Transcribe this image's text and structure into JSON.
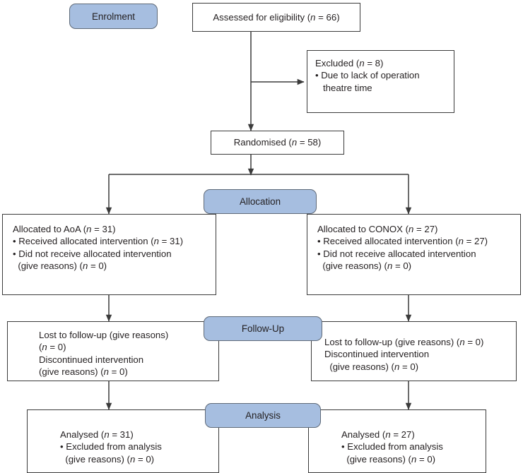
{
  "diagram": {
    "title": "CONSORT participant flow diagram",
    "colors": {
      "badge_fill": "#a6bee0",
      "badge_border": "#5f6a78",
      "box_border": "#3b3b3b",
      "text": "#231f20",
      "arrow": "#3b3b3b",
      "background": "#ffffff"
    }
  },
  "stages": {
    "enrolment": "Enrolment",
    "allocation": "Allocation",
    "followup": "Follow-Up",
    "analysis": "Analysis"
  },
  "boxes": {
    "assessed": {
      "text": "Assessed for eligibility (n = 66)",
      "n": 66
    },
    "excluded": {
      "line1": "Excluded (n = 8)",
      "line2": "• Due to lack of operation",
      "line3": "   theatre time",
      "n": 8
    },
    "randomised": {
      "text": "Randomised (n = 58)",
      "n": 58
    },
    "alloc_left": {
      "line1": "Allocated to AoA (n = 31)",
      "line2": "• Received allocated intervention (n = 31)",
      "line3": "• Did not receive allocated intervention",
      "line4": "  (give reasons) (n = 0)",
      "arm": "AoA",
      "n": 31
    },
    "alloc_right": {
      "line1": "Allocated to CONOX (n = 27)",
      "line2": "• Received allocated intervention (n = 27)",
      "line3": "• Did not receive allocated intervention",
      "line4": "  (give reasons) (n = 0)",
      "arm": "CONOX",
      "n": 27
    },
    "follow_left": {
      "line1": "Lost to follow-up (give reasons)",
      "line2": "(n = 0)",
      "line3": "Discontinued intervention",
      "line4": "(give reasons) (n = 0)"
    },
    "follow_right": {
      "line1": "Lost to follow-up (give reasons) (n = 0)",
      "line2": "Discontinued intervention",
      "line3": "  (give reasons) (n = 0)"
    },
    "analysis_left": {
      "line1": "Analysed (n = 31)",
      "line2": "• Excluded from analysis",
      "line3": "  (give reasons) (n = 0)",
      "n": 31
    },
    "analysis_right": {
      "line1": "Analysed (n = 27)",
      "line2": "• Excluded from analysis",
      "line3": "  (give reasons) (n = 0)",
      "n": 27
    }
  }
}
